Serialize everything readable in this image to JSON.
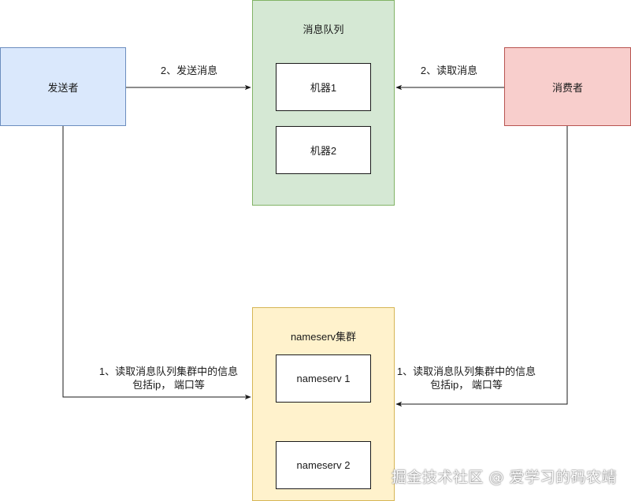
{
  "colors": {
    "sender_fill": "#dae8fc",
    "sender_stroke": "#6c8ebf",
    "queue_fill": "#d5e8d4",
    "queue_stroke": "#82b366",
    "consumer_fill": "#f8cecc",
    "consumer_stroke": "#b85450",
    "nameserv_fill": "#fff2cc",
    "nameserv_stroke": "#d6b656"
  },
  "nodes": {
    "sender": "发送者",
    "consumer": "消费者",
    "queue_title": "消息队列",
    "machine1": "机器1",
    "machine2": "机器2",
    "nameserv_title": "nameserv集群",
    "nameserv1": "nameserv 1",
    "nameserv2": "nameserv 2"
  },
  "edges": {
    "send_label": "2、发送消息",
    "read_label": "2、读取消息",
    "sender_ns_line1": "1、读取消息队列集群中的信息",
    "sender_ns_line2": "包括ip， 端口等",
    "consumer_ns_line1": "1、读取消息队列集群中的信息",
    "consumer_ns_line2": "包括ip， 端口等"
  },
  "watermark": "掘金技术社区 @ 爱学习的码农靖"
}
